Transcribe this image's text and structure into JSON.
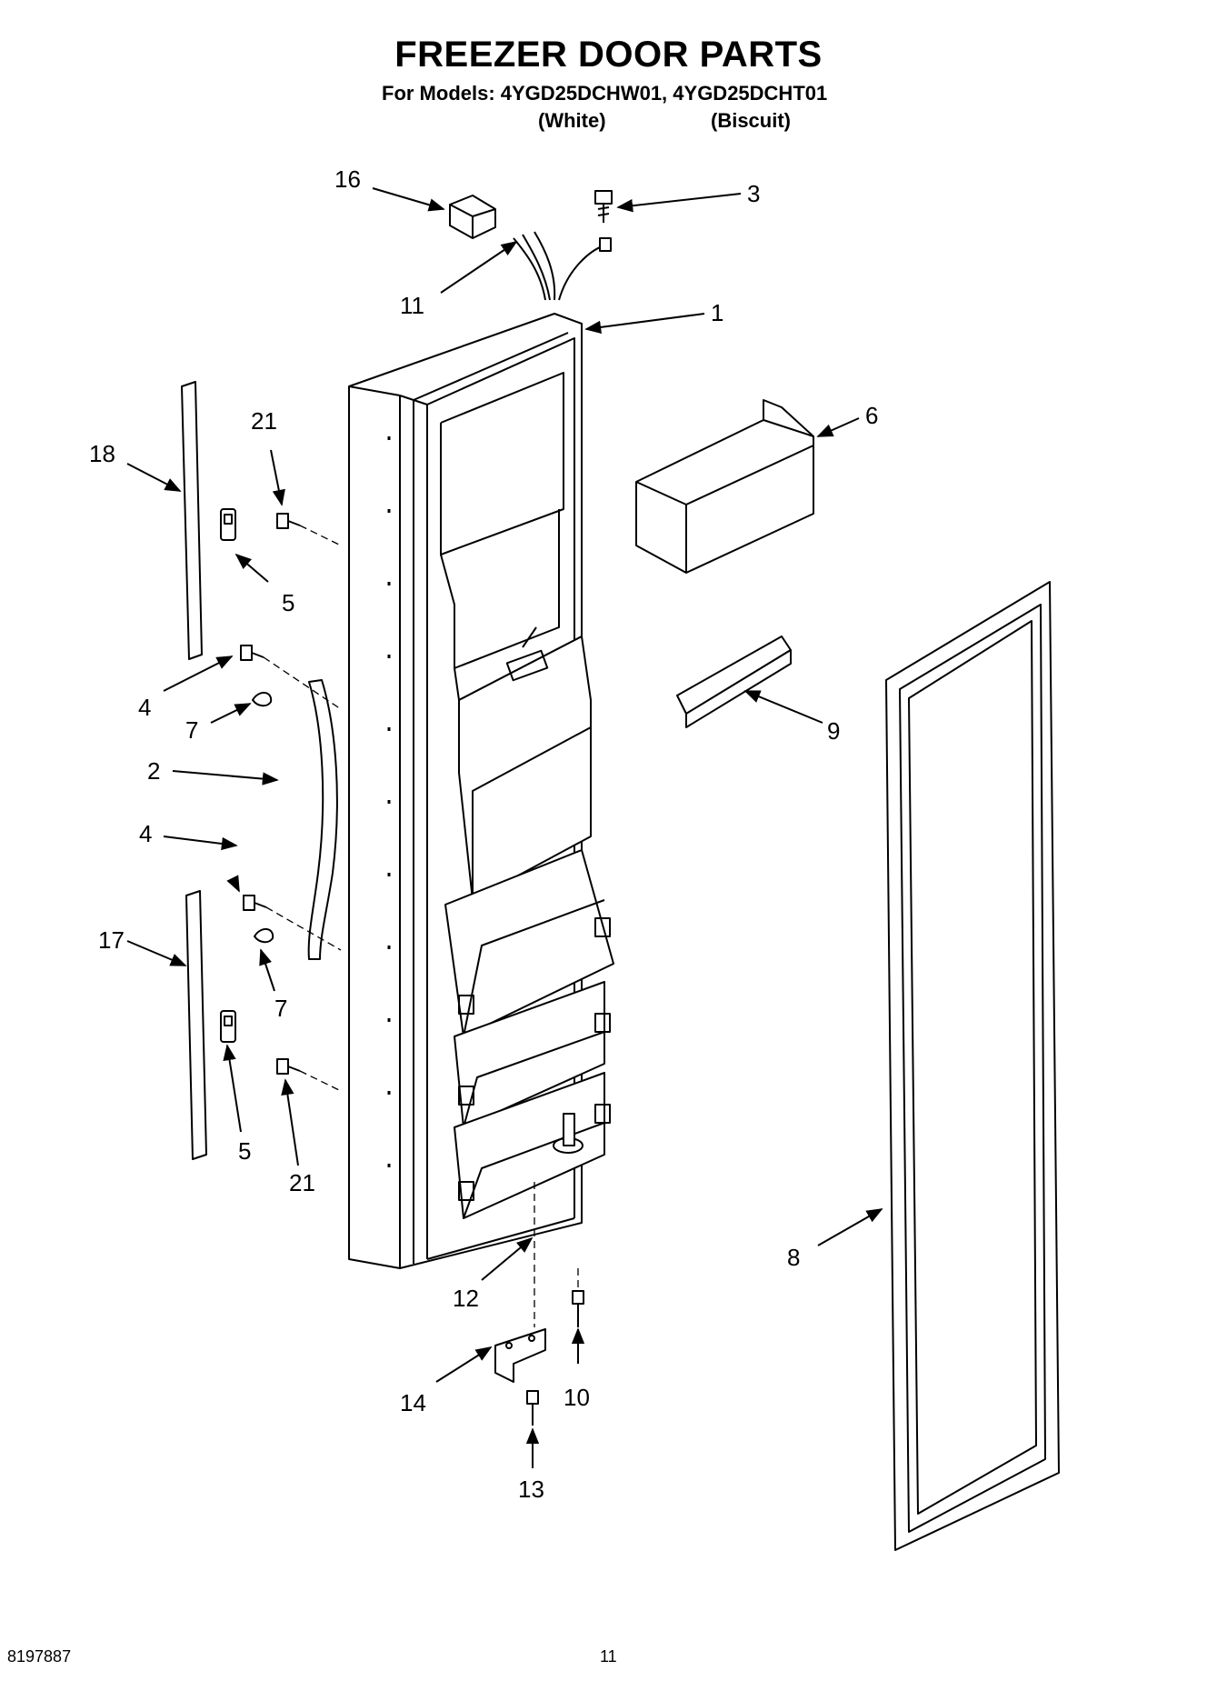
{
  "header": {
    "title": "FREEZER DOOR PARTS",
    "models_line": "For Models: 4YGD25DCHW01, 4YGD25DCHT01",
    "variant_1": "(White)",
    "variant_2": "(Biscuit)"
  },
  "callouts": {
    "c16": "16",
    "c3": "3",
    "c11": "11",
    "c1": "1",
    "c6": "6",
    "c18": "18",
    "c21a": "21",
    "c5a": "5",
    "c4a": "4",
    "c7a": "7",
    "c9": "9",
    "c2": "2",
    "c4b": "4",
    "c17": "17",
    "c7b": "7",
    "c5b": "5",
    "c21b": "21",
    "c8": "8",
    "c12": "12",
    "c14": "14",
    "c10": "10",
    "c13": "13"
  },
  "footer": {
    "doc_number": "8197887",
    "page_number": "11"
  }
}
